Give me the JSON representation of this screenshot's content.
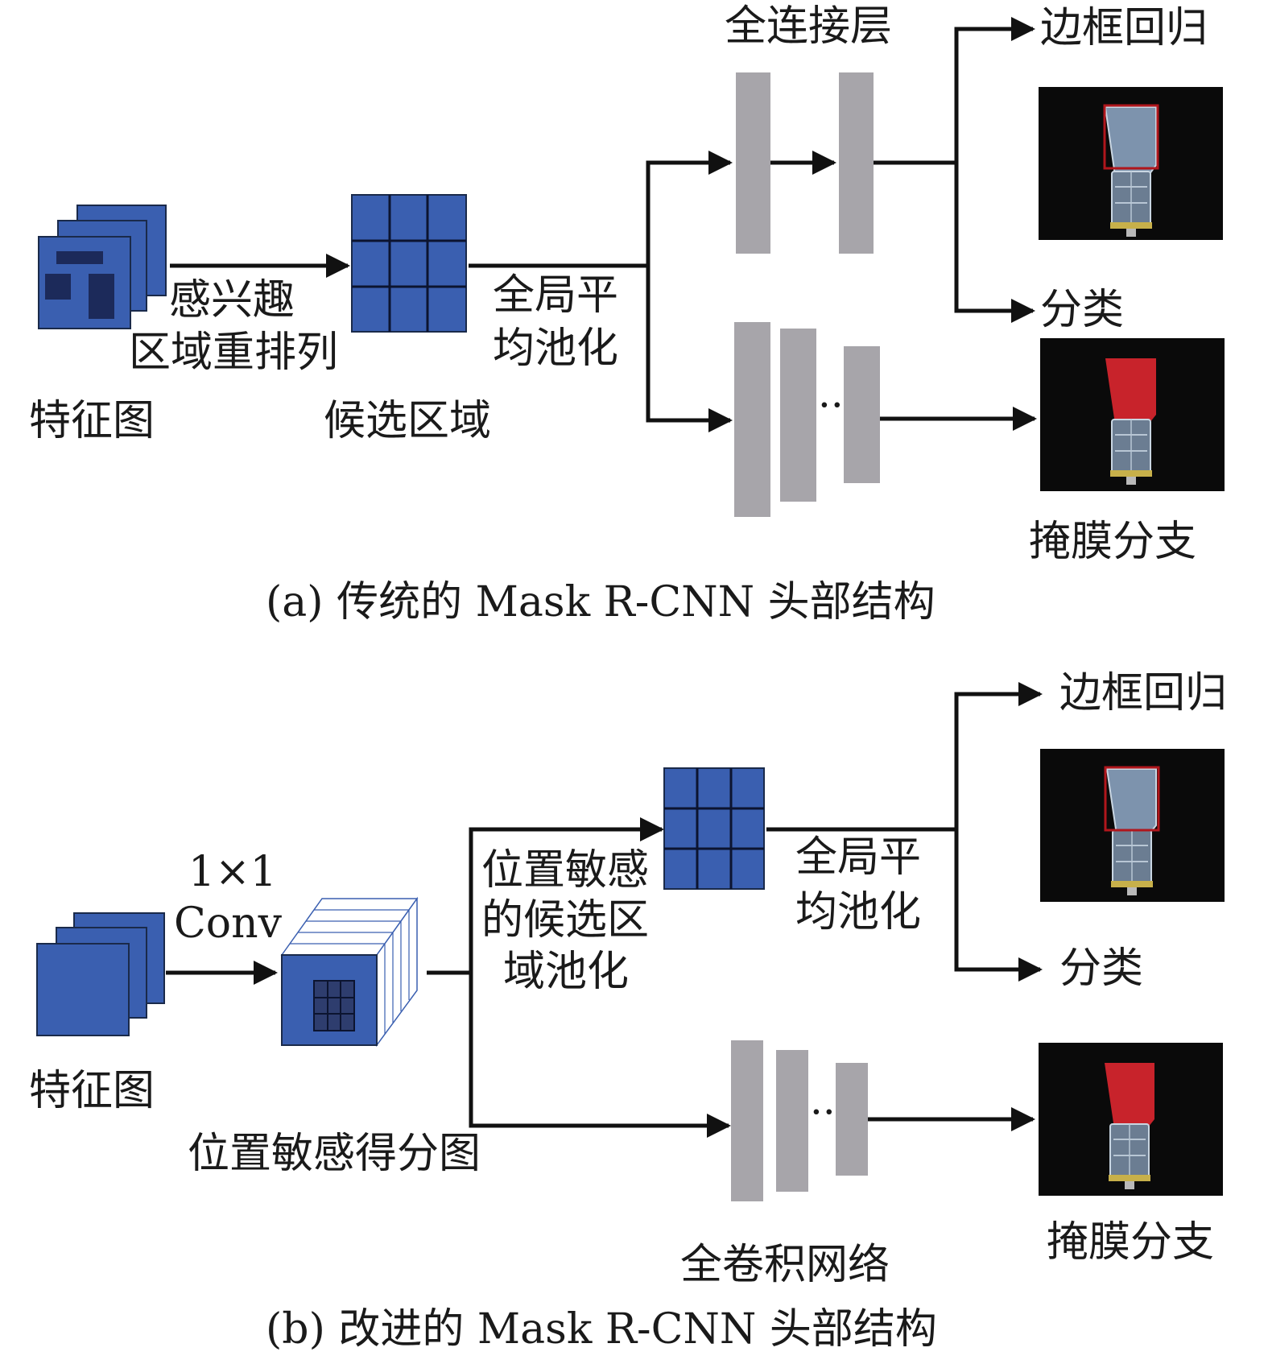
{
  "panel_a": {
    "feature_map_label": "特征图",
    "roi_align_label": [
      "感兴趣",
      "区域重排列"
    ],
    "candidate_label": "候选区域",
    "gap_label": [
      "全局平",
      "均池化"
    ],
    "fc_label": "全连接层",
    "bbox_label": "边框回归",
    "cls_label": "分类",
    "mask_label": "掩膜分支",
    "ellipsis": "···",
    "caption": "(a) 传统的 Mask R-CNN 头部结构"
  },
  "panel_b": {
    "feature_map_label": "特征图",
    "conv_label": [
      "1×1",
      "Conv"
    ],
    "score_map_label": "位置敏感得分图",
    "psroi_label": [
      "位置敏感",
      "的候选区",
      "域池化"
    ],
    "gap_label": [
      "全局平",
      "均池化"
    ],
    "bbox_label": "边框回归",
    "cls_label": "分类",
    "mask_label": "掩膜分支",
    "fcn_label": "全卷积网络",
    "ellipsis": "···",
    "caption": "(b) 改进的 Mask R-CNN 头部结构"
  },
  "colors": {
    "blue": "#3a5fb0",
    "dark_blue": "#1c2a5a",
    "gray_layer": "#a7a5aa",
    "mask_red": "#c8232b",
    "bbox_red": "#b0161c",
    "thumb_bg": "#0a0a0a"
  }
}
